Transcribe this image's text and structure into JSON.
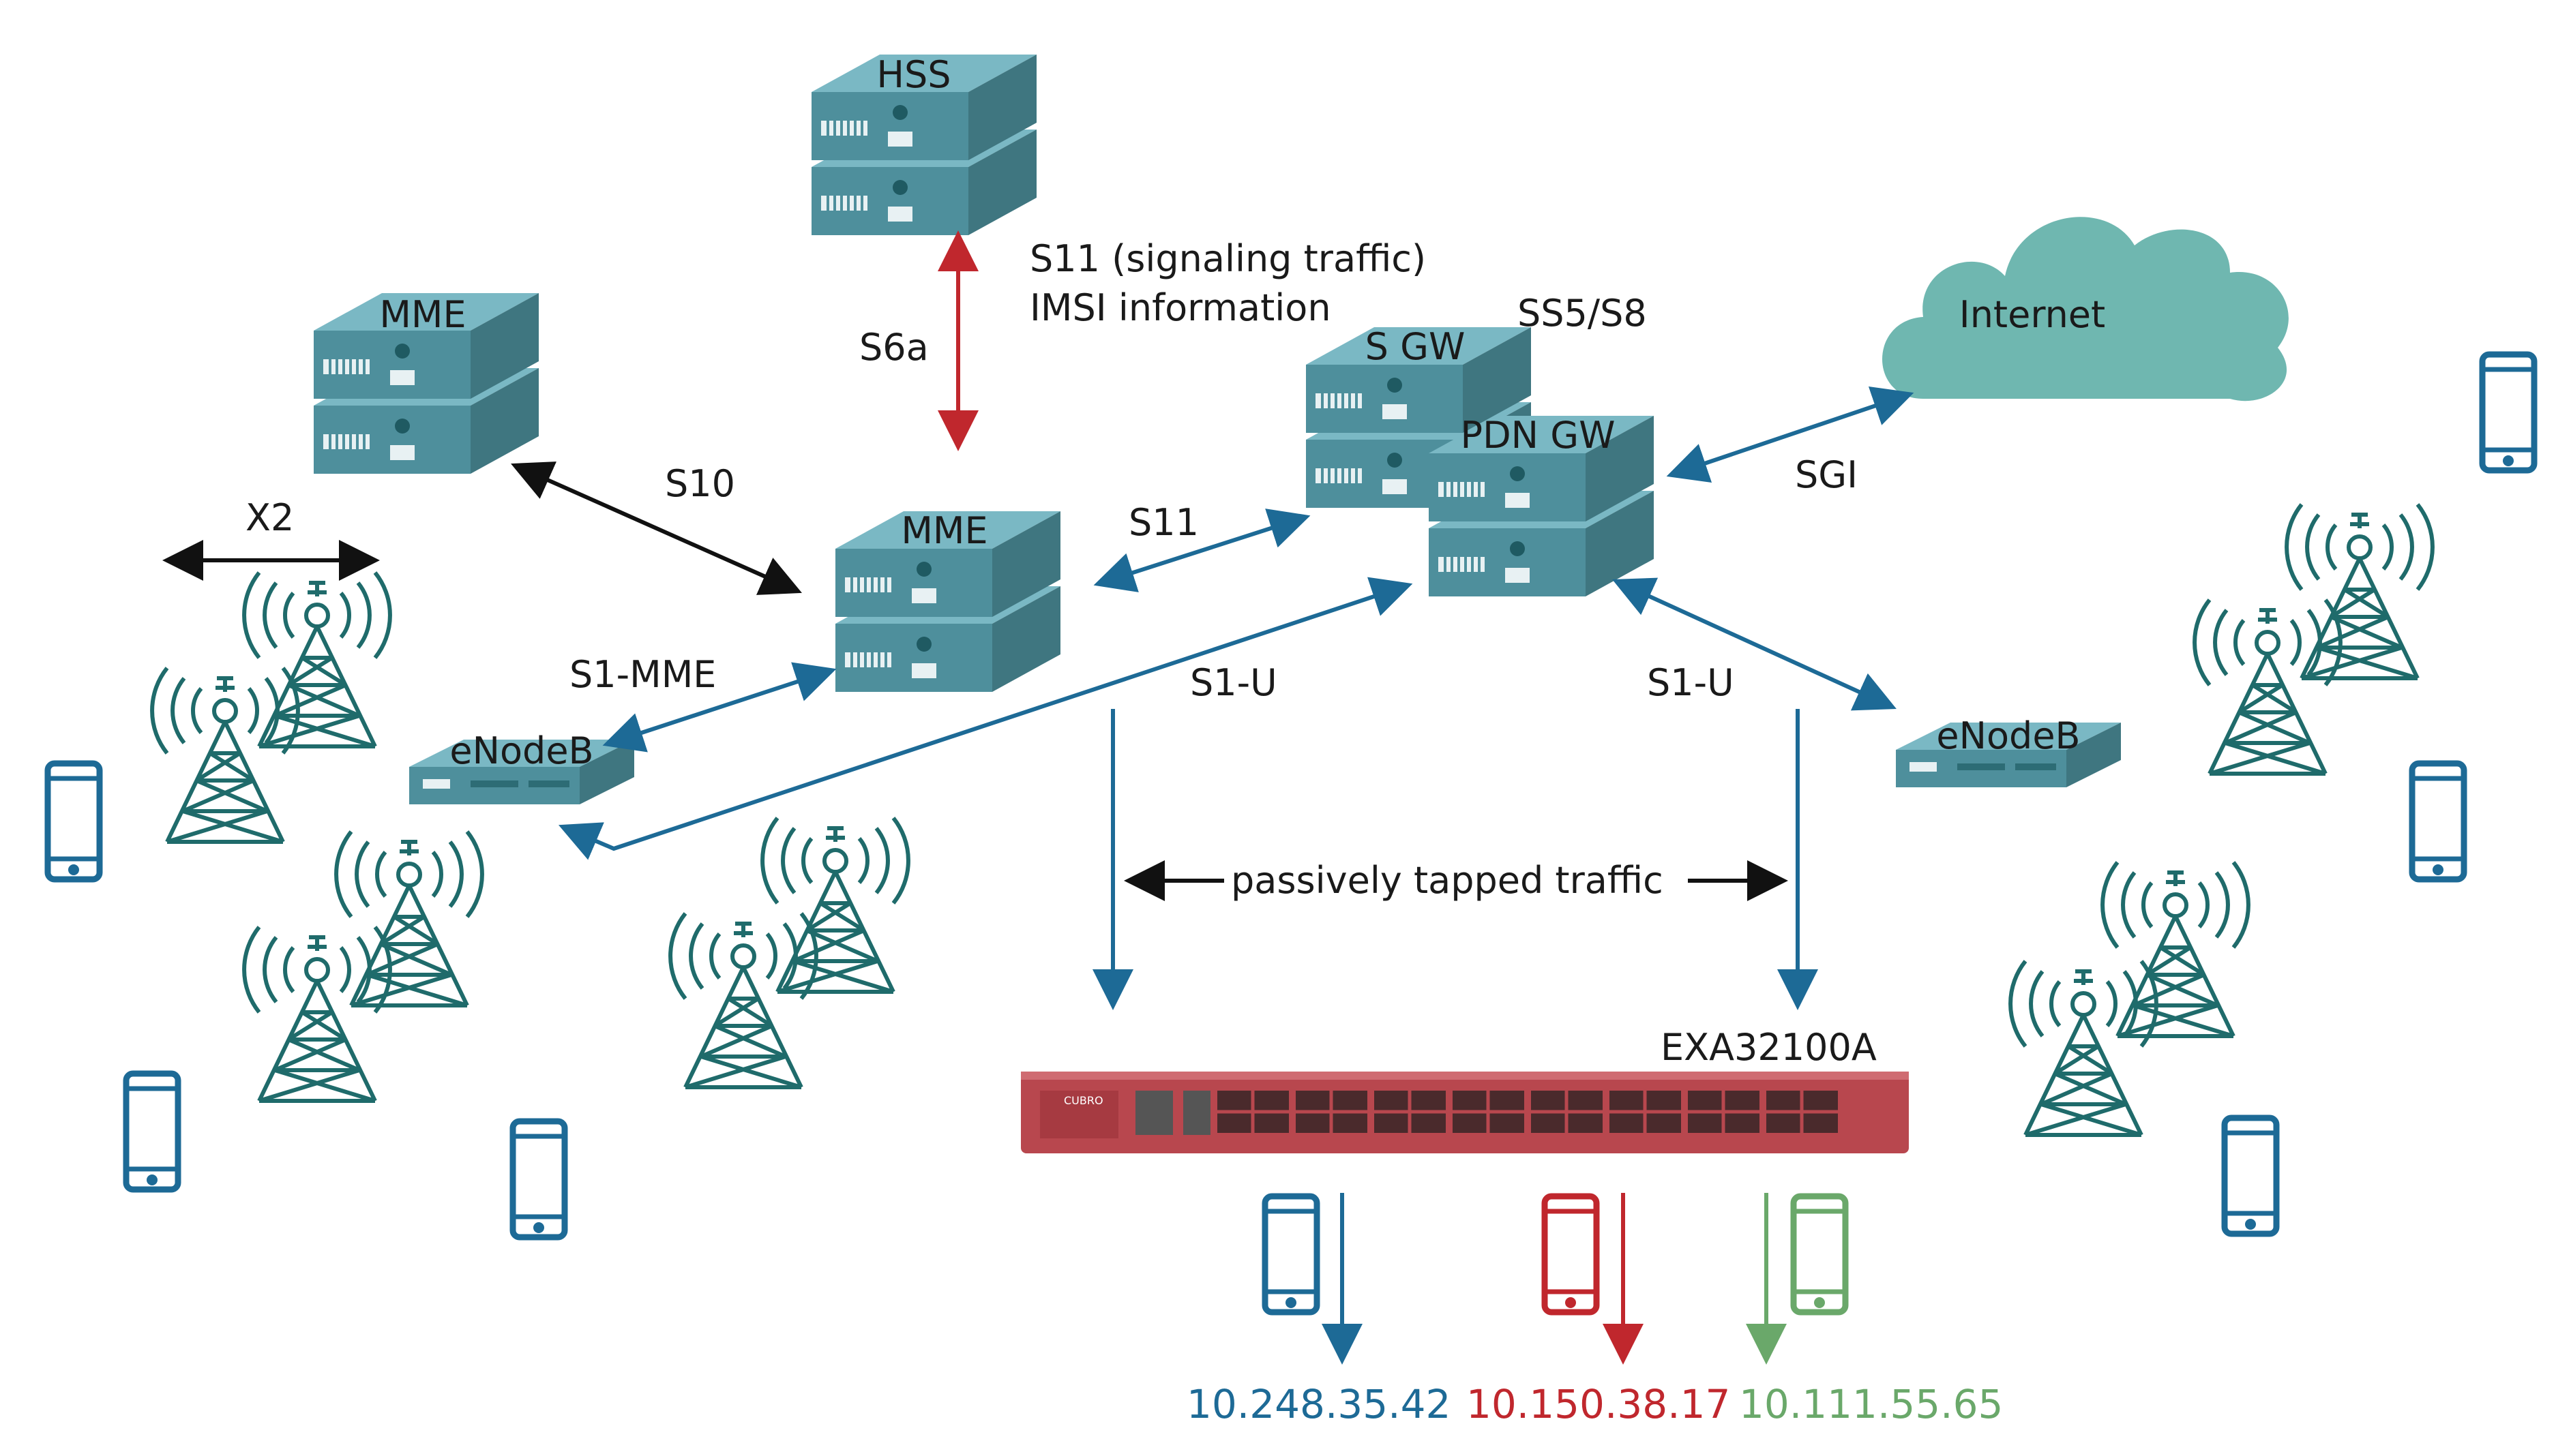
{
  "colors": {
    "server_top": "#7ab8c4",
    "server_front": "#4e8f9c",
    "server_side": "#3f7680",
    "tower": "#1f6b6b",
    "phone": "#1d6a96",
    "arrow_dark": "#111111",
    "arrow_red": "#c0272d",
    "arrow_blue": "#1d6a96",
    "cloud": "#6fb7b0",
    "appliance": "#b8474e",
    "ip_blue": "#1d6a96",
    "ip_red": "#c0272d",
    "ip_green": "#6aa86a"
  },
  "nodes": {
    "hss": "HSS",
    "mme_left": "MME",
    "mme_center": "MME",
    "s_gw": "S GW",
    "pdn_gw": "PDN GW",
    "enodeb_left": "eNodeB",
    "enodeb_right": "eNodeB",
    "internet": "Internet",
    "appliance": "EXA32100A"
  },
  "labels": {
    "s11_signaling_line1": "S11 (signaling traffic)",
    "s11_signaling_line2": "IMSI information",
    "s6a": "S6a",
    "ss5_s8": "SS5/S8",
    "s10": "S10",
    "x2": "X2",
    "s11": "S11",
    "sgi": "SGI",
    "s1_mme": "S1-MME",
    "s1_u_left": "S1-U",
    "s1_u_right": "S1-U",
    "passively_tapped": "passively tapped traffic"
  },
  "ip_addresses": [
    "10.248.35.42",
    "10.150.38.17",
    "10.111.55.65"
  ],
  "icons": [
    "server-icon",
    "cell-tower-icon",
    "smartphone-icon",
    "cloud-icon",
    "network-appliance-icon"
  ]
}
